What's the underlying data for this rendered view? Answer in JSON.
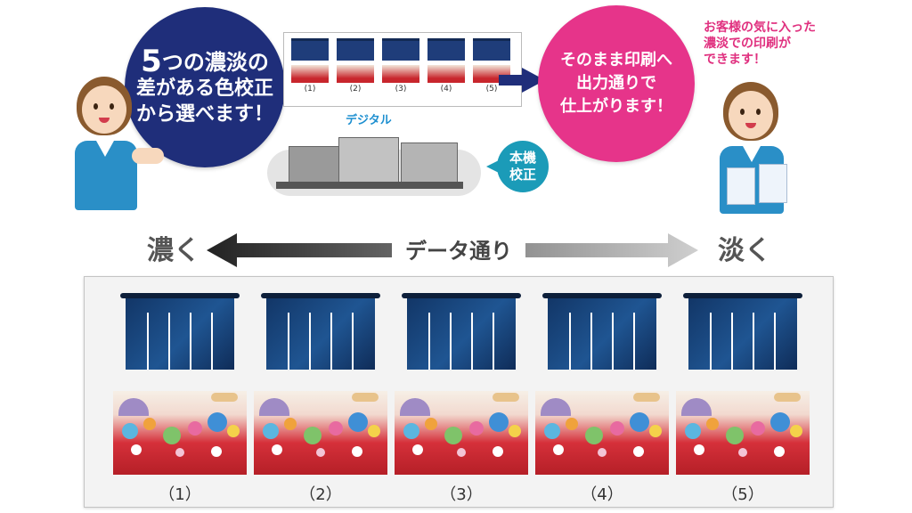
{
  "left_bubble": {
    "line1_num": "5",
    "line1_rest": "つの濃淡の",
    "line2": "差がある色校正",
    "line3": "から選べます！"
  },
  "right_bubble": {
    "line1": "そのまま印刷へ",
    "line2": "出力通りで",
    "line3": "仕上がります！"
  },
  "right_note": "お客様の気に入った\n濃淡での印刷が\nできます！",
  "digital_label": "デジタル",
  "press_badge": {
    "line1": "本機",
    "line2": "校正"
  },
  "scale": {
    "dark": "濃く",
    "light": "淡く",
    "center": "データ通り"
  },
  "thumbnails": [
    "(1)",
    "(2)",
    "(3)",
    "(4)",
    "(5)"
  ],
  "samples": [
    {
      "label": "（1）"
    },
    {
      "label": "（2）"
    },
    {
      "label": "（3）"
    },
    {
      "label": "（4）"
    },
    {
      "label": "（5）"
    }
  ],
  "colors": {
    "navy": "#1f2e7a",
    "pink": "#e6348a",
    "teal": "#1b9bb8",
    "digital_blue": "#1d8fd0"
  }
}
